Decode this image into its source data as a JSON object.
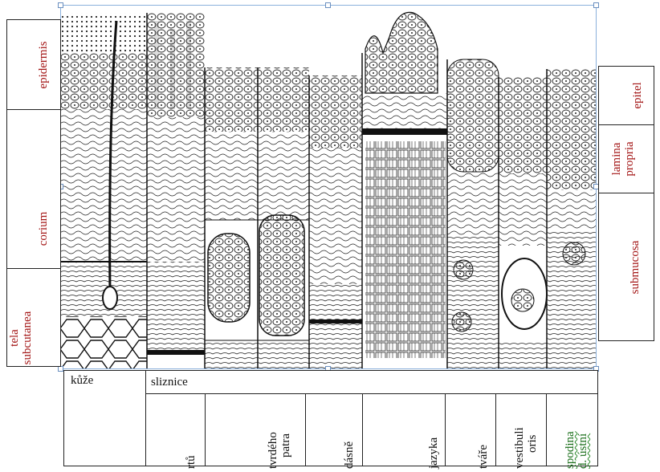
{
  "left_labels": {
    "epidermis": "epidermis",
    "corium": "corium",
    "tela_line1": "tela",
    "tela_line2": "subcutanea"
  },
  "right_labels": {
    "epitel": "epitel",
    "lamina_line1": "lamina",
    "lamina_line2": "propria",
    "submucosa": "submucosa"
  },
  "bottom_table": {
    "skin_header": "kůže",
    "mucosa_header": "sliznice",
    "columns": [
      {
        "line1": "rtů",
        "line2": ""
      },
      {
        "line1": "tvrdého",
        "line2": "patra"
      },
      {
        "line1": "dásně",
        "line2": ""
      },
      {
        "line1": "jazyka",
        "line2": ""
      },
      {
        "line1": "tváře",
        "line2": ""
      },
      {
        "line1": "vestibuli",
        "line2": "oris"
      },
      {
        "line1": "spodina",
        "line2": "d. ústní"
      }
    ]
  },
  "colors": {
    "red_label": "#a31515",
    "green_label": "#1a6e1a",
    "selection_handle": "#6a8fbf"
  }
}
